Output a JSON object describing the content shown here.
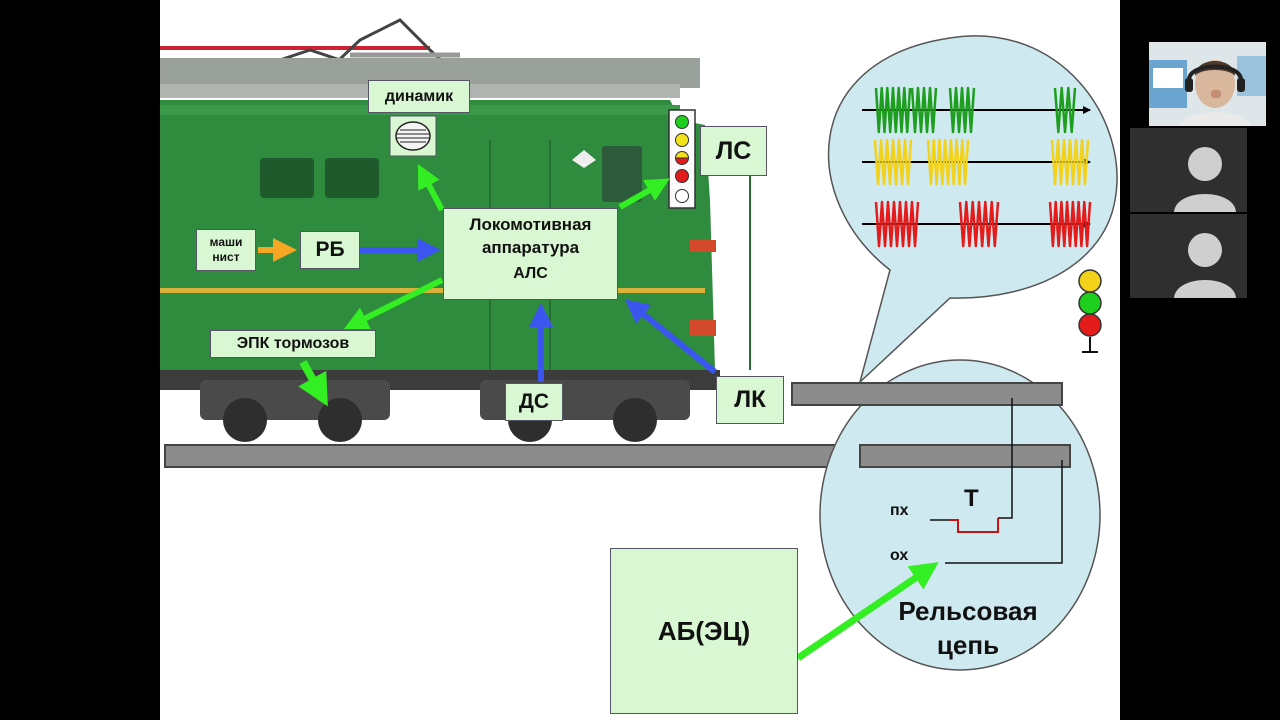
{
  "diagram": {
    "loco_unit": "Локомотивная аппаратура",
    "loco_unit_sub": "АЛС",
    "speaker": "динамик",
    "driver": "маши нист",
    "rb": "РБ",
    "ls": "ЛС",
    "epk": "ЭПК тормозов",
    "ds": "ДС",
    "lk": "ЛК",
    "ab_ec": "АБ(ЭЦ)",
    "t": "Т",
    "px": "пх",
    "ox": "ох",
    "rail_circuit": "Рельсовая цепь"
  },
  "colors": {
    "box_fill": "#d9f7d3",
    "arrow_green": "#33ee22",
    "arrow_blue": "#3a56ee",
    "arrow_orange": "#f5a623",
    "bubble_fill": "#cfe9f0",
    "rail_gray": "#8c8c8c",
    "loco_green": "#2f8b3e",
    "signal_green": "#1e9e1e",
    "signal_yellow": "#f2d21b",
    "signal_red": "#e41b1b"
  },
  "icons": [
    "speaker-icon",
    "traffic-light-icon",
    "signal-mast-icon",
    "user-avatar-icon"
  ]
}
